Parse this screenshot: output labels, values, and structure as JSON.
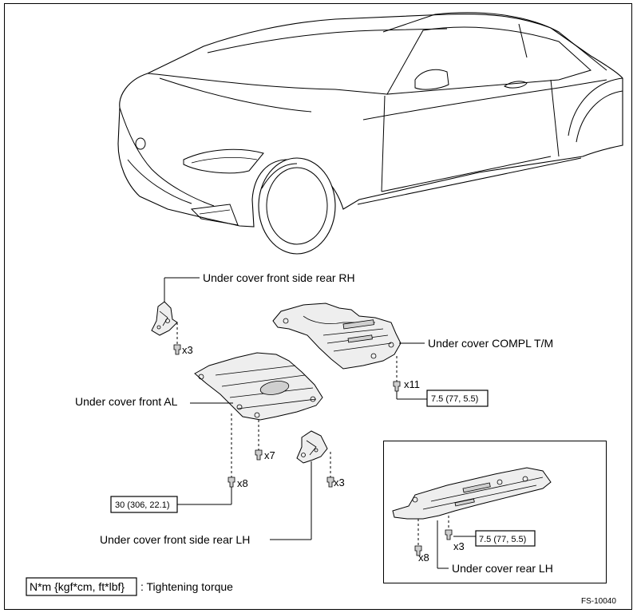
{
  "labels": {
    "front_side_rear_rh": "Under cover front side rear RH",
    "compl_tm": "Under cover COMPL T/M",
    "front_al": "Under cover front AL",
    "front_side_rear_lh": "Under cover front side rear LH",
    "rear_lh": "Under cover rear LH"
  },
  "quantities": {
    "rh_bolts": "x3",
    "compl_bolts": "x11",
    "front_al_bolts_a": "x7",
    "front_al_bolts_b": "x8",
    "lh_bolts": "x3",
    "rear_lh_bolts_a": "x8",
    "rear_lh_bolts_b": "x3"
  },
  "torques": {
    "compl_tm": "7.5 (77, 5.5)",
    "front_al": "30 (306, 22.1)",
    "rear_lh": "7.5 (77, 5.5)"
  },
  "legend": {
    "unit_box": "N*m {kgf*cm, ft*lbf}",
    "description": ": Tightening torque"
  },
  "figure_id": "FS-10040"
}
